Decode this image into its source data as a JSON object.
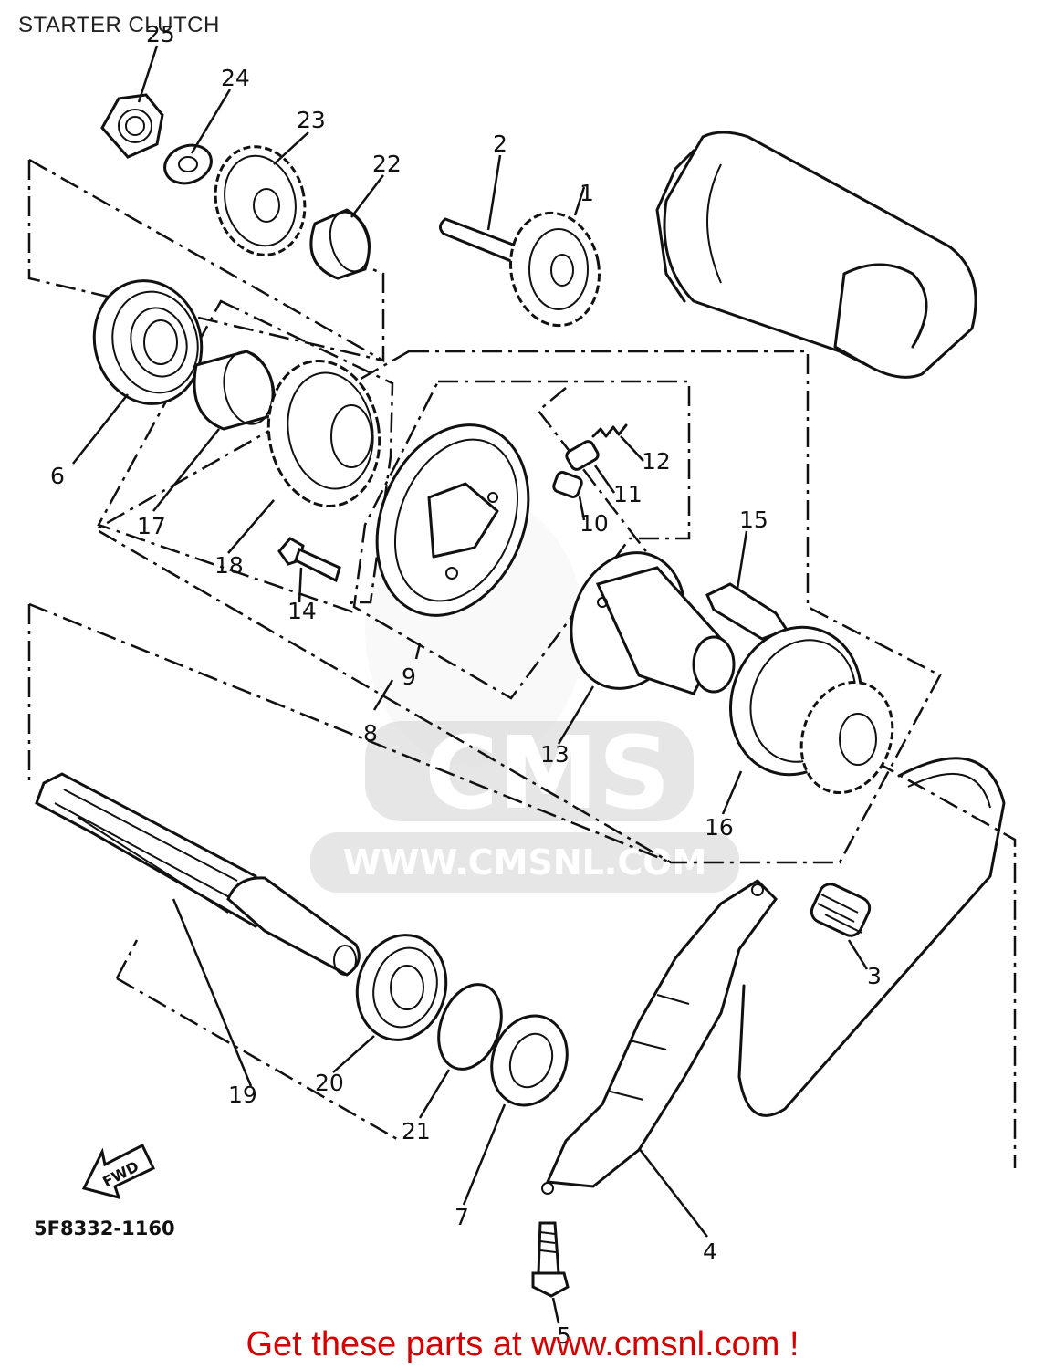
{
  "page_title": "STARTER CLUTCH",
  "drawing_code": "5F8332-1160",
  "direction_label": "FWD",
  "watermark": {
    "logo_text": "CMS",
    "site_text": "WWW.CMSNL.COM"
  },
  "footer_cta": "Get these parts at www.cmsnl.com !",
  "callouts": [
    {
      "id": "c1",
      "label": "1"
    },
    {
      "id": "c2",
      "label": "2"
    },
    {
      "id": "c3",
      "label": "3"
    },
    {
      "id": "c4",
      "label": "4"
    },
    {
      "id": "c5",
      "label": "5"
    },
    {
      "id": "c6",
      "label": "6"
    },
    {
      "id": "c7",
      "label": "7"
    },
    {
      "id": "c8",
      "label": "8"
    },
    {
      "id": "c9",
      "label": "9"
    },
    {
      "id": "c10",
      "label": "10"
    },
    {
      "id": "c11",
      "label": "11"
    },
    {
      "id": "c12",
      "label": "12"
    },
    {
      "id": "c13",
      "label": "13"
    },
    {
      "id": "c14",
      "label": "14"
    },
    {
      "id": "c15",
      "label": "15"
    },
    {
      "id": "c16",
      "label": "16"
    },
    {
      "id": "c17",
      "label": "17"
    },
    {
      "id": "c18",
      "label": "18"
    },
    {
      "id": "c19",
      "label": "19"
    },
    {
      "id": "c20",
      "label": "20"
    },
    {
      "id": "c21",
      "label": "21"
    },
    {
      "id": "c22",
      "label": "22"
    },
    {
      "id": "c23",
      "label": "23"
    },
    {
      "id": "c24",
      "label": "24"
    },
    {
      "id": "c25",
      "label": "25"
    }
  ]
}
